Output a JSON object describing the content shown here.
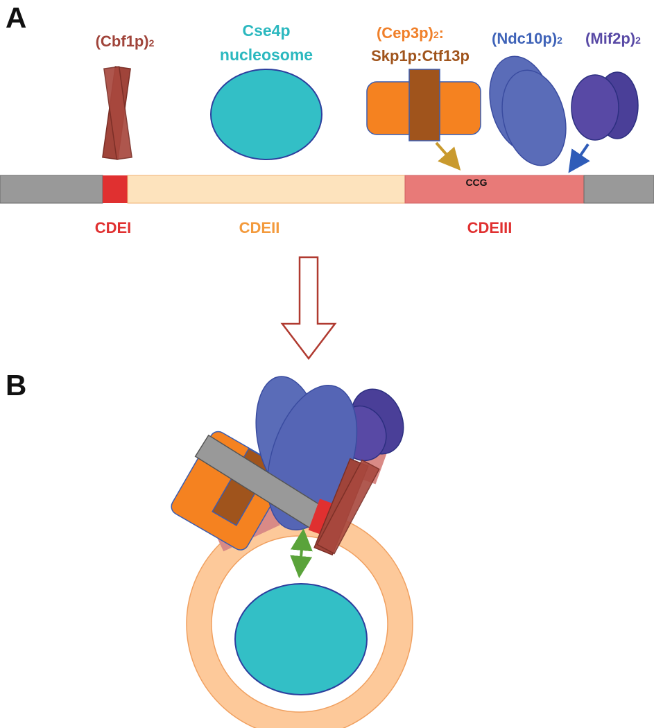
{
  "panel_a": {
    "letter": "A",
    "proteins": {
      "cbf1": {
        "name": "(Cbf1p)",
        "sub": "2"
      },
      "cse4": {
        "line1": "Cse4p",
        "line2": "nucleosome"
      },
      "cep3": {
        "name": "(Cep3p)",
        "sub": "2",
        "suffix": ":",
        "line2": "Skp1p:Ctf13p"
      },
      "ndc10": {
        "name": "(Ndc10p)",
        "sub": "2"
      },
      "mif2": {
        "name": "(Mif2p)",
        "sub": "2"
      }
    },
    "dna": {
      "motif": "CCG",
      "regions": {
        "cdei": "CDEI",
        "cdeii": "CDEII",
        "cdeiii": "CDEIII"
      }
    }
  },
  "panel_b": {
    "letter": "B"
  },
  "colors": {
    "cbf1": "#a0443a",
    "cse4": "#33bfc6",
    "cep3_label": "#f0802a",
    "skp1_label": "#a0541c",
    "ndc10": "#5a6cb8",
    "ndc10_label": "#3f63b8",
    "mif2": "#5849a5",
    "cdei": "#e03030",
    "cdeii": "#fde3bd",
    "cdeii_label": "#f39a3c",
    "cdeiii": "#e87a78",
    "flank": "#999999"
  }
}
